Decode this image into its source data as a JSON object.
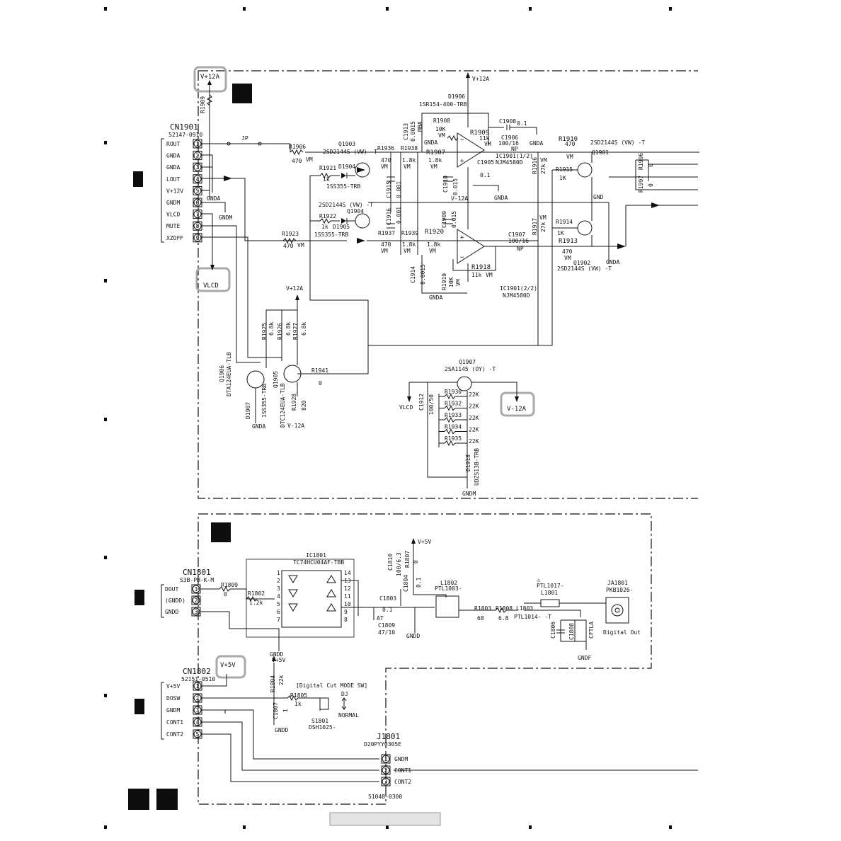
{
  "top_section": {
    "power_label": "V+12A",
    "vlcd_label": "VLCD",
    "v_minus_label": "V-12A",
    "r1909_top": "R1909",
    "connector": {
      "name": "CN1901",
      "part": "52147-0910",
      "pins": [
        {
          "num": "1",
          "label": "ROUT"
        },
        {
          "num": "2",
          "label": "GNDA"
        },
        {
          "num": "3",
          "label": "GNDA"
        },
        {
          "num": "4",
          "label": "LOUT"
        },
        {
          "num": "5",
          "label": "V+12V"
        },
        {
          "num": "6",
          "label": "GNDM"
        },
        {
          "num": "7",
          "label": "VLCD"
        },
        {
          "num": "8",
          "label": "MUTE"
        },
        {
          "num": "9",
          "label": "XZOFF"
        }
      ]
    },
    "parts": {
      "jp": "JP",
      "gnda": "GNDA",
      "gndm": "GNDM",
      "gnd": "GND",
      "vm": "VM",
      "np": "NP",
      "v12a": "V+12A",
      "vm12a": "V-12A",
      "r1906": "R1906",
      "r1906v": "470",
      "r1923": "R1923",
      "r1923v": "470",
      "q1903": "Q1903",
      "q1903t": "2SD2144S (VW) -T",
      "q1904": "Q1904",
      "q1904t": "2SD2144S (VW) -T",
      "r1921": "R1921",
      "r1921v": "1k",
      "d1904": "D1904",
      "d1904t": "1SS355-TRB",
      "r1922": "R1922",
      "r1922v": "1k",
      "d1905": "D1905",
      "d1905t": "1SS355-TRB",
      "r1936": "R1936",
      "r1936v": "470",
      "r1937": "R1937",
      "r1937v": "470",
      "r1938": "R1938",
      "r1938v": "1.8k",
      "r1939": "R1939",
      "r1939v": "1.8k",
      "r1907": "R1907",
      "r1907v": "1.8k",
      "r1920": "R1920",
      "r1920v": "1.8k",
      "c1913": "C1913",
      "c1913v": "0.0015",
      "c1914": "C1914",
      "c1914v": "0.0015",
      "c1915": "C1915",
      "c1915v": "0.001",
      "c1916": "C1916",
      "c1916v": "0.001",
      "c1910": "C1910",
      "c1910v": "0.015",
      "c1909": "C1909",
      "c1909v": "0.015",
      "mba": "MBA",
      "d1906": "D1906",
      "d1906t": "1SR154-400-TRB",
      "r1908": "R1908",
      "r1908v": "10K",
      "r1919": "R1919",
      "r1919v": "10K",
      "r1909": "R1909",
      "r1909v": "11k",
      "r1918": "R1918",
      "r1918v": "11k",
      "c1908": "C1908",
      "c1908v": "0.1",
      "c1905": "C1905",
      "c1905v": "0.1",
      "c1906": "C1906",
      "c1906v": "100/16",
      "c1907": "C1907",
      "c1907v": "100/16",
      "ic1901a": "IC1901(1/2)",
      "ic1901b": "IC1901(2/2)",
      "ic_type": "NJM4580D",
      "r1910": "R1910",
      "r1910v": "470",
      "r1913": "R1913",
      "r1913v": "470",
      "r1916": "R1916",
      "r1916v": "27k",
      "r1917": "R1917",
      "r1917v": "27k",
      "r1915": "R1915",
      "r1915v": "1K",
      "r1914": "R1914",
      "r1914v": "1K",
      "q1901": "Q1901",
      "q1901t": "2SD2144S (VW) -T",
      "q1902": "Q1902",
      "q1902t": "2SD2144S (VW) -T",
      "r1996": "R1996",
      "r1996v": "0",
      "r1997": "R1997",
      "r1997v": "0",
      "r1925": "R1925",
      "r1925v": "6.8k",
      "r1926": "R1926",
      "r1926v": "6.8k",
      "r1927": "R1927",
      "r1927v": "6.8k",
      "q1906": "Q1906",
      "q1906t": "DTA124EUA-TLB",
      "q1905": "Q1905",
      "q1905t": "DTC124EUA-TLB",
      "d1907": "D1907",
      "d1907t": "1SS355-TRB",
      "r1928": "R1928",
      "r1928v": "820",
      "r1941": "R1941",
      "r1941v": "0",
      "q1907": "Q1907",
      "q1907t": "2SA1145 (OY) -T",
      "c1912": "C1912",
      "c1912v": "100/50",
      "r1930": "R1930",
      "r1932": "R1932",
      "r1933": "R1933",
      "r1934": "R1934",
      "r1935": "R1935",
      "r22k": "22K",
      "d1918": "D1918",
      "d1918t": "UDZS13B-TRB"
    }
  },
  "bottom_section": {
    "v5_label": "V+5V",
    "cn1801": {
      "name": "CN1801",
      "part": "S3B-PH-K-M",
      "pins": [
        {
          "num": "1",
          "label": "DOUT"
        },
        {
          "num": "2",
          "label": "(GNDD)"
        },
        {
          "num": "3",
          "label": "GNDD"
        }
      ]
    },
    "cn1802": {
      "name": "CN1802",
      "part": "52151-0510",
      "pins": [
        {
          "num": "1",
          "label": "V+5V"
        },
        {
          "num": "2",
          "label": "DOSW"
        },
        {
          "num": "3",
          "label": "GNDM"
        },
        {
          "num": "4",
          "label": "CONT1"
        },
        {
          "num": "5",
          "label": "CONT2"
        }
      ]
    },
    "j1801": {
      "name": "J1801",
      "part": "D20PYY0305E",
      "bottom_part": "51048-0300",
      "pins": [
        {
          "num": "1",
          "label": "GNDM"
        },
        {
          "num": "2",
          "label": "CONT1"
        },
        {
          "num": "3",
          "label": "CONT2"
        }
      ]
    },
    "parts": {
      "r1809": "R1809",
      "r1809v": "0",
      "r1802": "R1802",
      "r1802v": "1.2k",
      "ic1801": "IC1801",
      "ic1801t": "TC74HCU04AF-TBB",
      "c1803": "C1803",
      "c1803v": "0.1",
      "c1809": "C1809",
      "c1809v": "47/10",
      "c1810": "C1810",
      "c1810v": "100/6.3",
      "r1807": "R1807",
      "r1807v": "0",
      "c1804": "C1804",
      "c1804v": "0.1",
      "l1802": "L1802",
      "l1802t": "PTL1003-",
      "r1803": "R1803",
      "r1803v": "68",
      "r1808": "R1808",
      "r1808v": "6.8",
      "l1803": "L1803",
      "l1803t": "PTL1014- -T",
      "l1801": "L1801",
      "l1801t": "PTL1017-",
      "ja1801": "JA1801",
      "ja1801t": "PKB1026-",
      "digital_out": "Digital Out",
      "c1806": "C1806",
      "c1808": "C1808",
      "cftla": "CFTLA",
      "gndd": "GNDD",
      "gndf": "GNDF",
      "at": "AT",
      "r1804": "R1804",
      "r1804v": "22k",
      "r1805": "R1805",
      "r1805v": "1k",
      "c1807": "C1807",
      "c1807v": "1",
      "s1801": "S1801",
      "s1801t": "DSH1025-",
      "mode_sw": "[Digital Cut MODE SW]",
      "dj": "DJ",
      "normal": "NORMAL"
    }
  }
}
